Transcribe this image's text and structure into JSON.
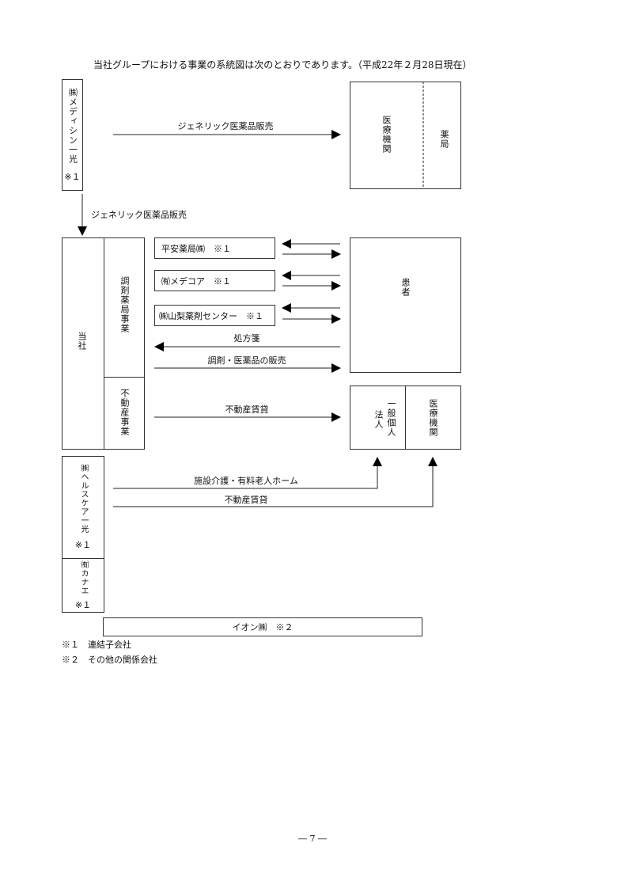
{
  "heading": "当社グループにおける事業の系統図は次のとおりであります。（平成22年２月28日現在）",
  "entities": {
    "medicine_ikko": "㈱メディシン一光",
    "medicine_note": "※１",
    "medical_institution": "医療機関",
    "pharmacy": "薬局",
    "company": "当社",
    "dispensing_business": "調剤薬局事業",
    "real_estate_business": "不動産事業",
    "heian": "平安薬局㈱　※１",
    "medecore": "㈲メデコア　※１",
    "yamanashi": "㈱山梨薬剤センター　※１",
    "patient": "患者",
    "general_individual": "一般個人",
    "corporation": "法人",
    "medical_institution_2": "医療機関",
    "healthcare_ikko": "㈱ヘルスケア一光",
    "healthcare_note": "※１",
    "kanae": "㈲カナエ",
    "kanae_note": "※１",
    "aeon": "イオン㈱　※２"
  },
  "flows": {
    "generic_sales_1": "ジェネリック医薬品販売",
    "generic_sales_2": "ジェネリック医薬品販売",
    "prescription": "処方箋",
    "dispensing_sales": "調剤・医薬品の販売",
    "real_estate_lease_1": "不動産賃貸",
    "nursing_home": "施設介護・有料老人ホーム",
    "real_estate_lease_2": "不動産賃貸"
  },
  "notes": [
    "※１　連結子会社",
    "※２　その他の関係会社"
  ],
  "page_number": "― 7 ―"
}
